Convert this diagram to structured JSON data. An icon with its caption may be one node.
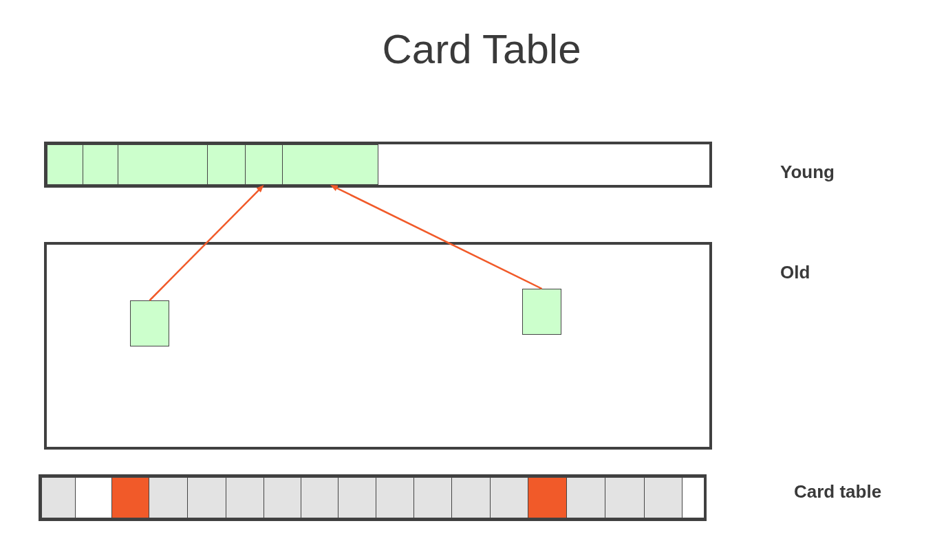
{
  "diagram": {
    "title": "Card Table",
    "nodes": [
      {
        "text": [
          "Young"
        ]
      },
      {
        "text": [],
        "shape": "box",
        "in": 0
      },
      {
        "text": [],
        "shape": "box",
        "in": 0
      },
      {
        "text": [],
        "shape": "box",
        "in": 0
      },
      {
        "text": [],
        "shape": "box",
        "in": 0
      },
      {
        "text": [],
        "shape": "box",
        "in": 0
      },
      {
        "text": [],
        "shape": "box",
        "in": 0
      },
      {
        "text": [
          "Old"
        ]
      },
      {
        "text": [],
        "shape": "box",
        "in": 7
      },
      {
        "text": [],
        "shape": "box",
        "in": 7
      },
      {
        "text": [
          "Card table"
        ]
      },
      {
        "text": [],
        "shape": "box",
        "in": 10
      },
      {
        "text": [],
        "shape": "box",
        "in": 10
      },
      {
        "text": [],
        "shape": "box",
        "in": 10
      },
      {
        "text": [],
        "shape": "box",
        "in": 10
      },
      {
        "text": [],
        "shape": "box",
        "in": 10
      },
      {
        "text": [],
        "shape": "box",
        "in": 10
      },
      {
        "text": [],
        "shape": "box",
        "in": 10
      },
      {
        "text": [],
        "shape": "box",
        "in": 10
      },
      {
        "text": [],
        "shape": "box",
        "in": 10
      },
      {
        "text": [],
        "shape": "box",
        "in": 10
      },
      {
        "text": [],
        "shape": "box",
        "in": 10
      },
      {
        "text": [],
        "shape": "box",
        "in": 10
      },
      {
        "text": [],
        "shape": "box",
        "in": 10
      },
      {
        "text": [],
        "shape": "box",
        "in": 10
      },
      {
        "text": [],
        "shape": "box",
        "in": 10
      },
      {
        "text": [],
        "shape": "box",
        "in": 10
      },
      {
        "text": [],
        "shape": "box",
        "in": 10
      },
      {
        "text": [],
        "shape": "box",
        "in": 10
      }
    ],
    "edges": [
      {
        "from": 8,
        "to": 5,
        "arrow": "to"
      },
      {
        "from": 9,
        "to": 6,
        "arrow": "to"
      }
    ]
  }
}
